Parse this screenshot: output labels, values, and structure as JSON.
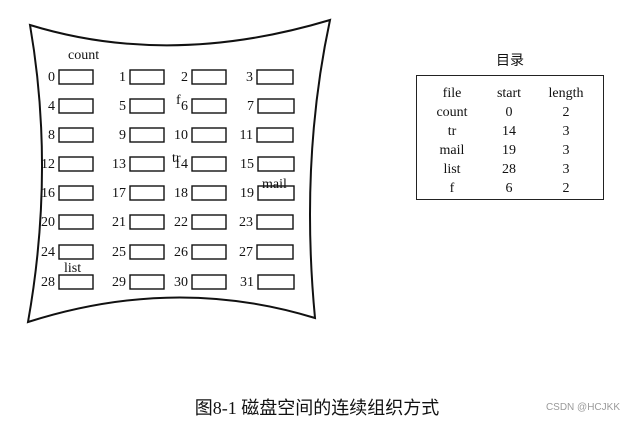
{
  "disk": {
    "blocks": [
      {
        "num": "0"
      },
      {
        "num": "1"
      },
      {
        "num": "2"
      },
      {
        "num": "3"
      },
      {
        "num": "4"
      },
      {
        "num": "5"
      },
      {
        "num": "6"
      },
      {
        "num": "7"
      },
      {
        "num": "8"
      },
      {
        "num": "9"
      },
      {
        "num": "10"
      },
      {
        "num": "11"
      },
      {
        "num": "12"
      },
      {
        "num": "13"
      },
      {
        "num": "14"
      },
      {
        "num": "15"
      },
      {
        "num": "16"
      },
      {
        "num": "17"
      },
      {
        "num": "18"
      },
      {
        "num": "19"
      },
      {
        "num": "20"
      },
      {
        "num": "21"
      },
      {
        "num": "22"
      },
      {
        "num": "23"
      },
      {
        "num": "24"
      },
      {
        "num": "25"
      },
      {
        "num": "26"
      },
      {
        "num": "27"
      },
      {
        "num": "28"
      },
      {
        "num": "29"
      },
      {
        "num": "30"
      },
      {
        "num": "31"
      }
    ],
    "file_labels": [
      "count",
      "f",
      "tr",
      "mail",
      "list"
    ]
  },
  "directory": {
    "title": "目录",
    "headers": [
      "file",
      "start",
      "length"
    ],
    "rows": [
      [
        "count",
        "0",
        "2"
      ],
      [
        "tr",
        "14",
        "3"
      ],
      [
        "mail",
        "19",
        "3"
      ],
      [
        "list",
        "28",
        "3"
      ],
      [
        "f",
        "6",
        "2"
      ]
    ]
  },
  "caption": "图8-1  磁盘空间的连续组织方式",
  "watermark": "CSDN @HCJKK"
}
